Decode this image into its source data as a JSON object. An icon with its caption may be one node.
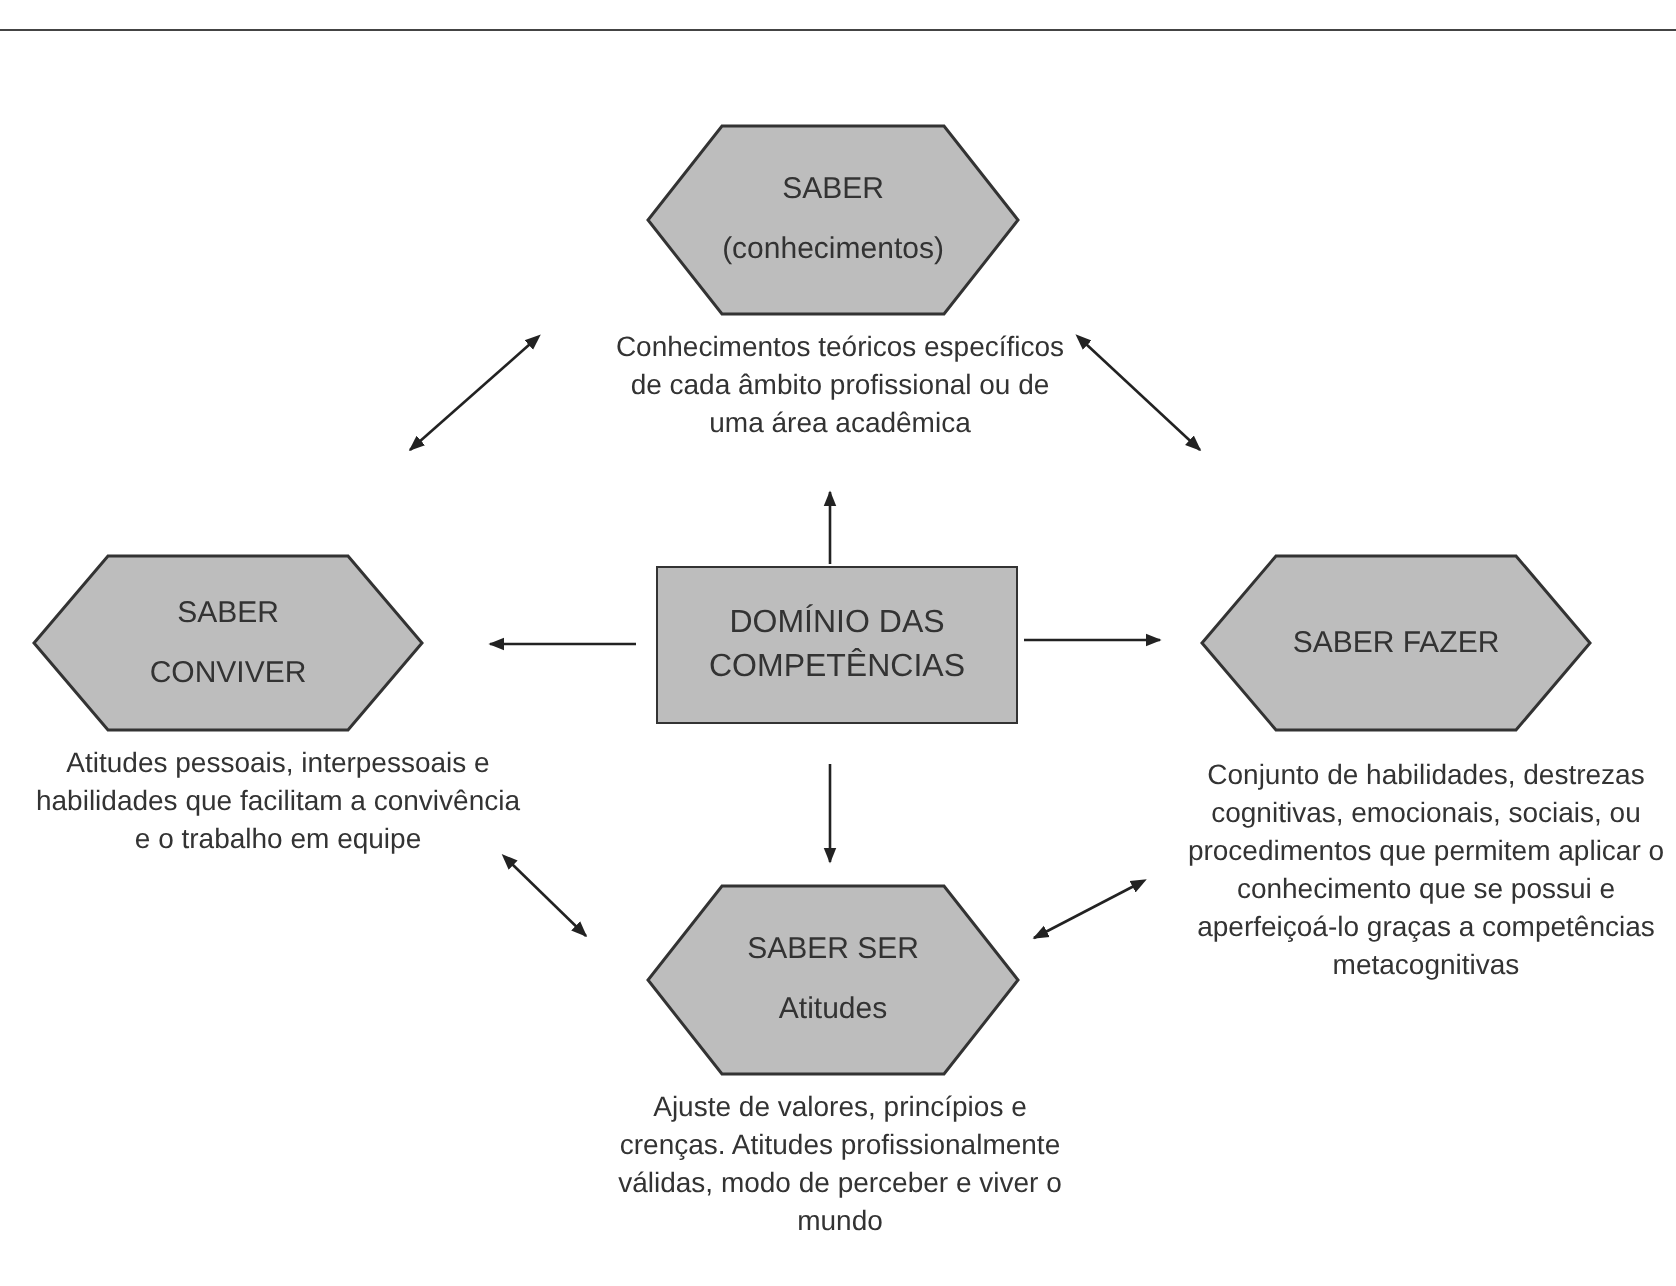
{
  "diagram": {
    "nodes": [
      {
        "text": [
          "DOMÍNIO DAS COMPETÊNCIAS"
        ]
      },
      {
        "text": [
          "SABER (conhecimentos)"
        ],
        "beside": [
          "Conhecimentos teóricos específicos de cada âmbito profissional ou de uma área acadêmica"
        ]
      },
      {
        "text": [
          "SABER CONVIVER"
        ],
        "beside": [
          "Atitudes pessoais, interpessoais e habilidades que facilitam a convivência e o trabalho em equipe"
        ]
      },
      {
        "text": [
          "SABER FAZER"
        ],
        "beside": [
          "Conjunto de habilidades, destrezas cognitivas, emocionais, sociais, ou procedimentos que permitem aplicar o conhecimento que se possui e aperfeiçoá-lo graças a competências metacognitivas"
        ]
      },
      {
        "text": [
          "SABER SER Atitudes"
        ],
        "beside": [
          "Ajuste de valores, princípios e crenças. Atitudes profissionalmente válidas, modo de perceber e viver o mundo"
        ]
      }
    ],
    "edges": [
      {
        "from": 0,
        "to": 1,
        "arrow": "to"
      },
      {
        "from": 0,
        "to": 2,
        "arrow": "to"
      },
      {
        "from": 0,
        "to": 3,
        "arrow": "to"
      },
      {
        "from": 0,
        "to": 4,
        "arrow": "to"
      },
      {
        "from": 1,
        "to": 2,
        "arrow": "both"
      },
      {
        "from": 1,
        "to": 3,
        "arrow": "both"
      },
      {
        "from": 2,
        "to": 4,
        "arrow": "both"
      },
      {
        "from": 3,
        "to": 4,
        "arrow": "both"
      }
    ]
  }
}
